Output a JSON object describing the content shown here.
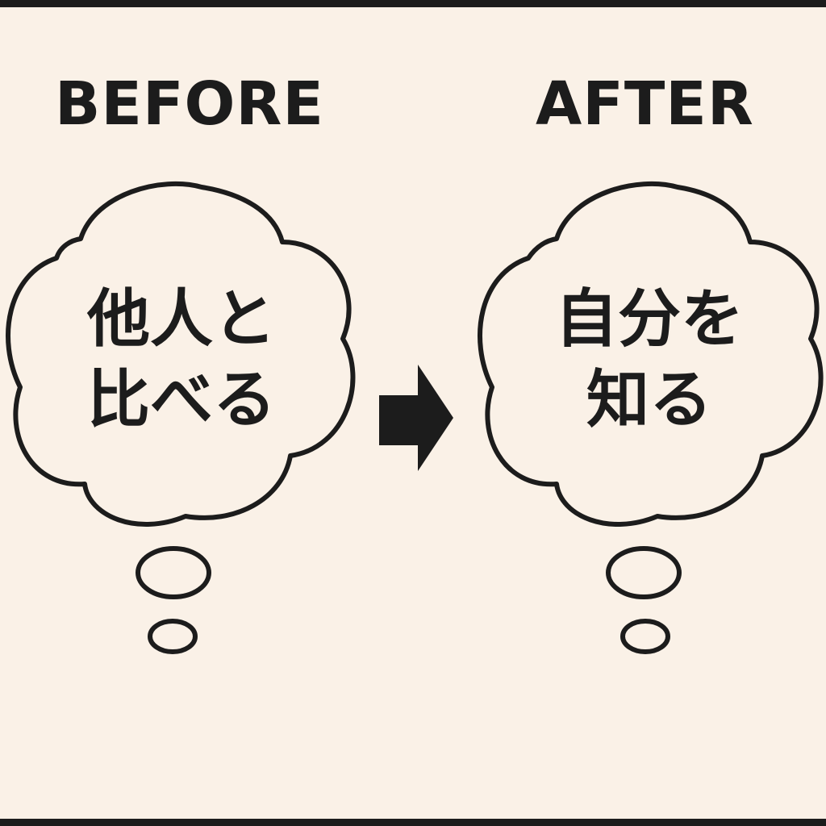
{
  "headings": {
    "before": "BEFORE",
    "after": "AFTER"
  },
  "bubbles": {
    "before": {
      "line1": "他人と",
      "line2": "比べる"
    },
    "after": {
      "line1": "自分を",
      "line2": "知る"
    }
  },
  "colors": {
    "background": "#faf1e7",
    "ink": "#1c1c1c"
  },
  "icons": {
    "transition": "right-arrow-icon"
  }
}
